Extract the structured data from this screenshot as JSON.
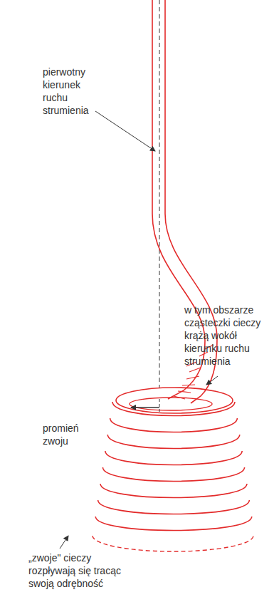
{
  "diagram": {
    "labels": [
      "pierwotny kierunek ruchu strumienia",
      "w tym obszarze cząsteczki cieczy krążą wokół kierunku ruchu strumienia",
      "promień zwoju",
      "„zwoje\" cieczy rozpływają się tracąc swoją odrębność"
    ]
  }
}
